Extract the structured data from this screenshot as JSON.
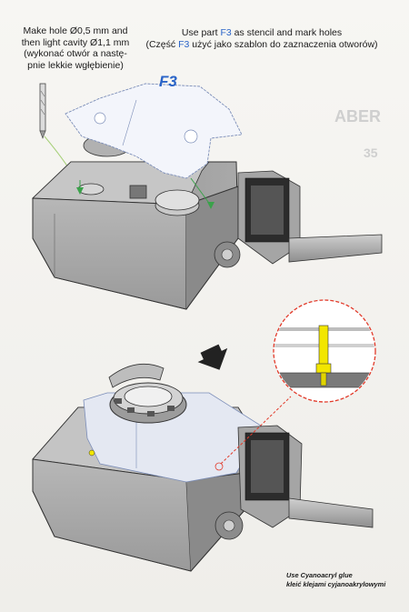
{
  "notes": {
    "drill_line1": "Make hole Ø0,5 mm and",
    "drill_line2": "then light cavity Ø1,1 mm",
    "drill_line3": "(wykonać otwór  a nastę-",
    "drill_line4": "pnie lekkie wgłębienie)",
    "stencil_en_pre": "Use part ",
    "stencil_en_part": "F3",
    "stencil_en_post": " as stencil and mark holes",
    "stencil_pl_pre": "(Część ",
    "stencil_pl_part": "F3",
    "stencil_pl_post": " użyć jako szablon do zaznaczenia otworów)",
    "part_label": "F3",
    "glue_en": "Use Cyanoacryl glue",
    "glue_pl": "kleić klejami cyjanoakrylowymi"
  },
  "colors": {
    "accent": "#2a64c8",
    "detail_yellow": "#f2e600",
    "callout_red": "#e23a2a",
    "hull_grey": "#9c9c9c"
  },
  "icons": [
    "drill-bit-icon",
    "down-arrow-icon"
  ]
}
